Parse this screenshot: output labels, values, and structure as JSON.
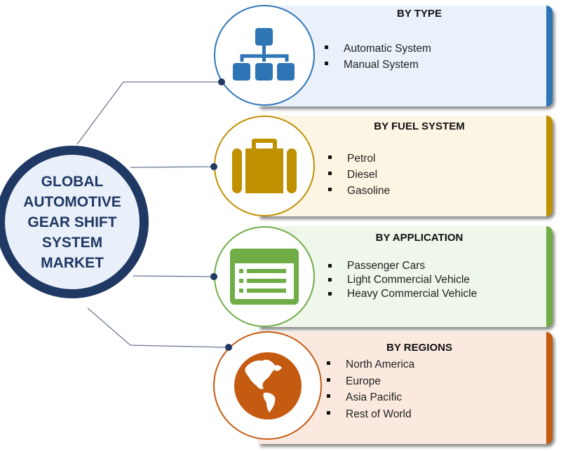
{
  "center_title": [
    "GLOBAL",
    "AUTOMOTIVE",
    "GEAR SHIFT",
    "SYSTEM",
    "MARKET"
  ],
  "segments": [
    {
      "title": "BY TYPE",
      "icon": "hierarchy-icon",
      "color": "#2e75b6",
      "bg": "#eaf1fa",
      "items": [
        "Automatic System",
        "Manual System"
      ]
    },
    {
      "title": "BY FUEL SYSTEM",
      "icon": "briefcase-icon",
      "color": "#bf9000",
      "bg": "#fdf5e4",
      "items": [
        "Petrol",
        "Diesel",
        "Gasoline"
      ]
    },
    {
      "title": "BY APPLICATION",
      "icon": "list-window-icon",
      "color": "#70ad47",
      "bg": "#eff6ea",
      "items": [
        "Passenger Cars",
        "Light Commercial Vehicle",
        "Heavy Commercial Vehicle"
      ]
    },
    {
      "title": "BY REGIONS",
      "icon": "globe-icon",
      "color": "#c55a11",
      "bg": "#fbe9df",
      "items": [
        "North America",
        "Europe",
        "Asia Pacific",
        "Rest of World"
      ]
    }
  ]
}
